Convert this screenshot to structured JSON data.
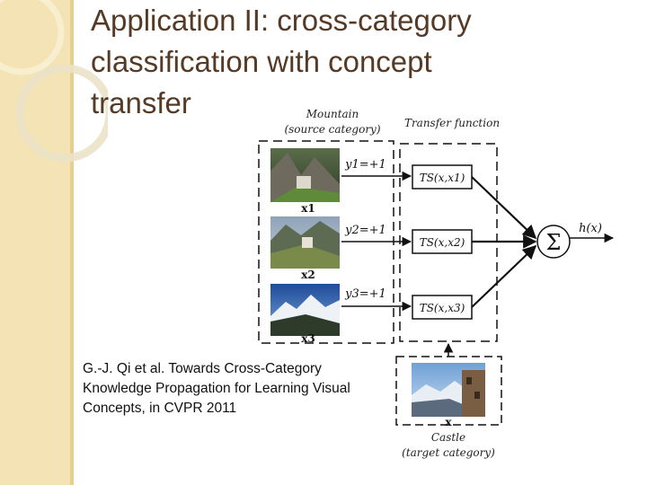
{
  "slide": {
    "title_lines": [
      "Application II: cross-category",
      "classification with concept",
      "transfer"
    ],
    "citation_lines": [
      "G.-J. Qi et al. Towards Cross-Category",
      "Knowledge Propagation for Learning Visual",
      "Concepts, in CVPR 2011"
    ]
  },
  "diagram": {
    "source_label_lines": [
      "Mountain",
      "(source category)"
    ],
    "transfer_header": "Transfer function",
    "labels": [
      "y1=+1",
      "y2=+1",
      "y3=+1"
    ],
    "sample_names": [
      "x1",
      "x2",
      "x3"
    ],
    "transfer_boxes": [
      "TS(x,x1)",
      "TS(x,x2)",
      "TS(x,x3)"
    ],
    "sum_symbol": "Σ",
    "output": "h(x)",
    "target_sample": "x",
    "target_label_lines": [
      "Castle",
      "(target category)"
    ]
  }
}
